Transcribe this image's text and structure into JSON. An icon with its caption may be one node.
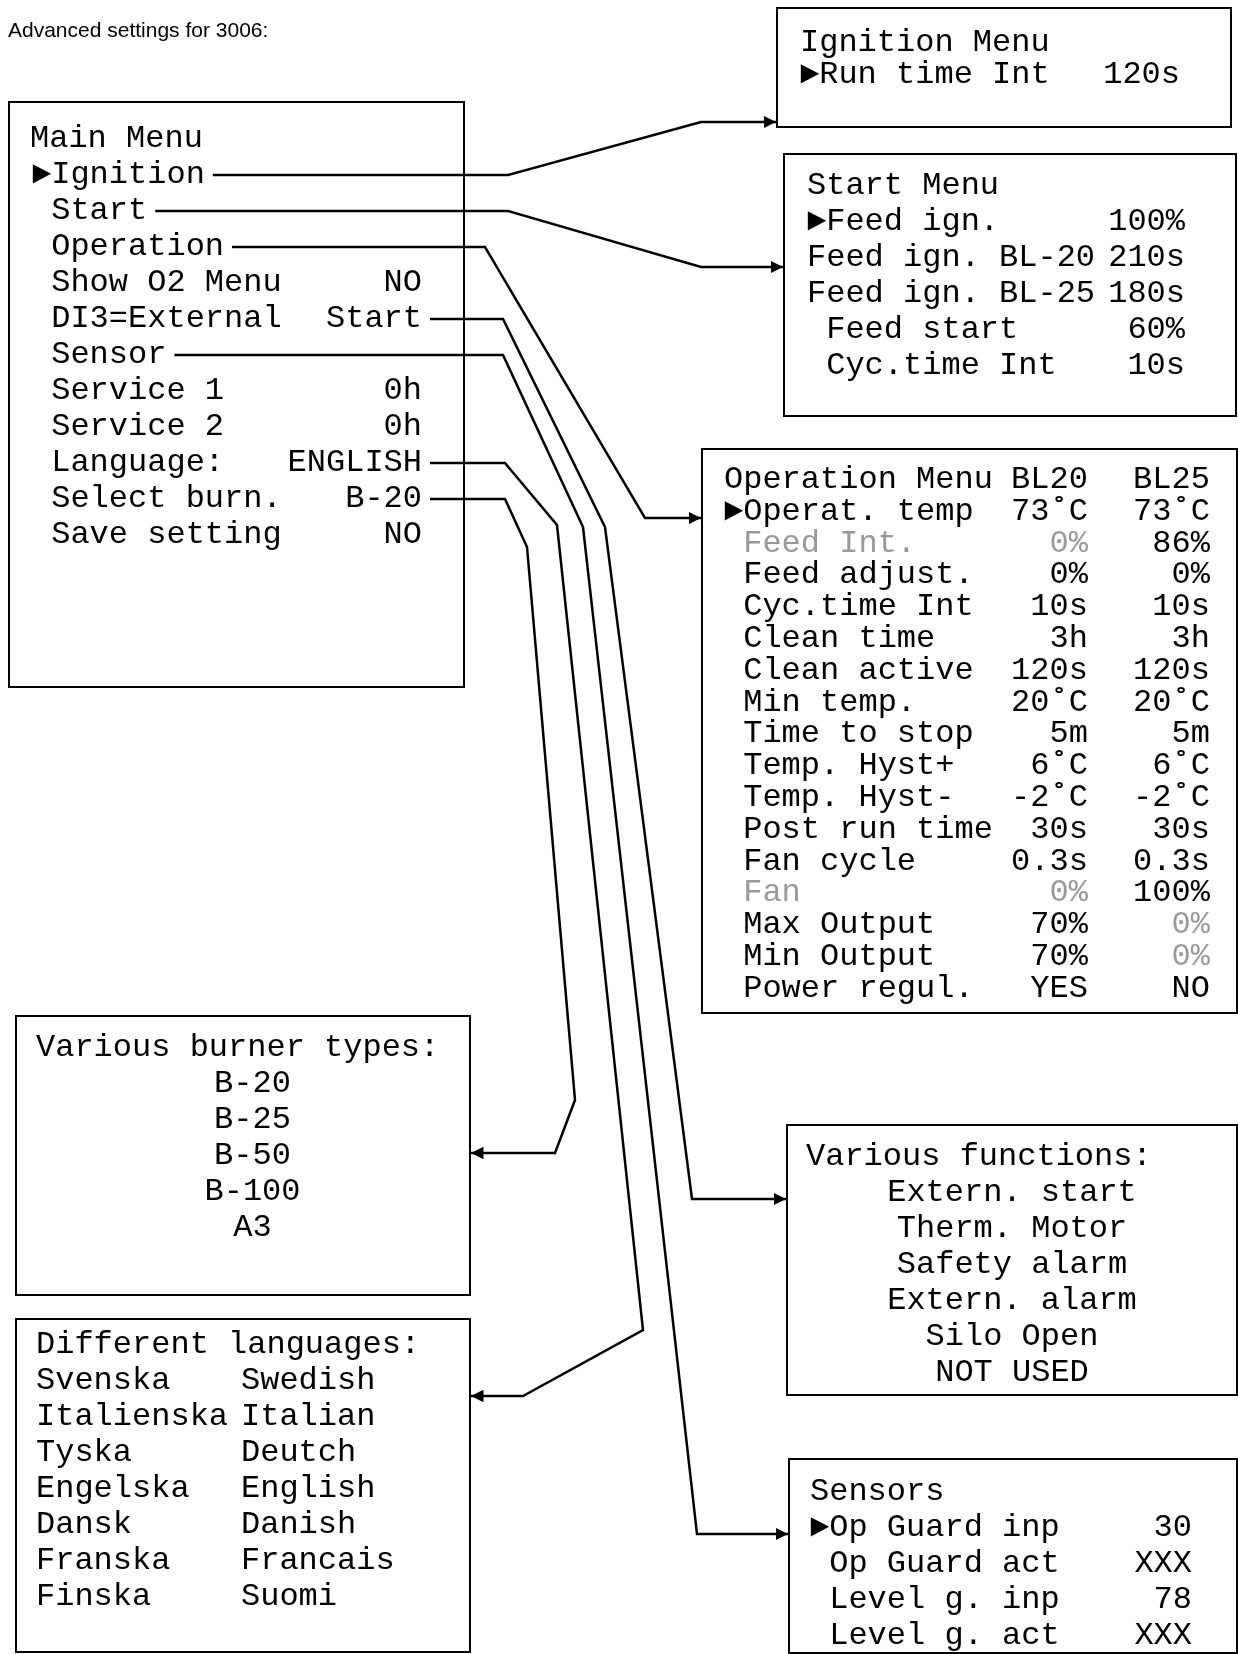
{
  "diagram": {
    "title": "Advanced settings for 3006:",
    "nodes": [
      {
        "text": [
          "Ignition Menu",
          "►Run time Int",
          "120s"
        ]
      },
      {
        "text": [
          "Main Menu"
        ]
      },
      {
        "text": [
          "►Ignition"
        ],
        "in": 1
      },
      {
        "text": [
          "Start"
        ],
        "in": 1
      },
      {
        "text": [
          "Operation"
        ],
        "in": 1
      },
      {
        "text": [
          "Show O2 Menu",
          "NO"
        ],
        "in": 1
      },
      {
        "text": [
          "DI3=External",
          "Start"
        ],
        "in": 1
      },
      {
        "text": [
          "Sensor"
        ],
        "in": 1
      },
      {
        "text": [
          "Service 1",
          "0h"
        ],
        "in": 1
      },
      {
        "text": [
          "Service 2",
          "0h"
        ],
        "in": 1
      },
      {
        "text": [
          "Language:",
          "ENGLISH"
        ],
        "in": 1
      },
      {
        "text": [
          "Select burn.",
          "B-20"
        ],
        "in": 1
      },
      {
        "text": [
          "Save setting",
          "NO"
        ],
        "in": 1
      },
      {
        "text": [
          "Start Menu",
          "►Feed ign.",
          "100%",
          "Feed ign. BL-20",
          "210s",
          "Feed ign. BL-25",
          "180s",
          "Feed start",
          "60%",
          "Cyc.time Int",
          "10s"
        ]
      },
      {
        "text": [
          "Operation Menu",
          "BL20",
          "BL25",
          "►Operat. temp",
          "73˚C",
          "73˚C",
          "Feed Int.",
          "0%",
          "86%",
          "Feed adjust.",
          "0%",
          "0%",
          "Cyc.time Int",
          "10s",
          "10s",
          "Clean time",
          "3h",
          "3h",
          "Clean active",
          "120s",
          "120s",
          "Min temp.",
          "20˚C",
          "20˚C",
          "Time to stop",
          "5m",
          "5m",
          "Temp. Hyst+",
          "6˚C",
          "6˚C",
          "Temp. Hyst-",
          "-2˚C",
          "-2˚C",
          "Post run time",
          "30s",
          "30s",
          "Fan cycle",
          "0.3s",
          "0.3s",
          "Fan",
          "0%",
          "100%",
          "Max Output",
          "70%",
          "0%",
          "Min Output",
          "70%",
          "0%",
          "Power regul.",
          "YES",
          "NO"
        ]
      },
      {
        "text": [
          "Various burner types:",
          "B-20",
          "B-25",
          "B-50",
          "B-100",
          "A3"
        ]
      },
      {
        "text": [
          "Various functions:",
          "Extern. start",
          "Therm. Motor",
          "Safety alarm",
          "Extern. alarm",
          "Silo Open",
          "NOT USED"
        ]
      },
      {
        "text": [
          "Different languages:",
          "Svenska",
          "Swedish",
          "Italienska",
          "Italian",
          "Tyska",
          "Deutch",
          "Engelska",
          "English",
          "Dansk",
          "Danish",
          "Franska",
          "Francais",
          "Finska",
          "Suomi"
        ]
      },
      {
        "text": [
          "Sensors",
          "►Op Guard inp",
          "30",
          "Op Guard act",
          "XXX",
          "Level g. inp",
          "78",
          "Level g. act",
          "XXX"
        ]
      }
    ],
    "edges": [
      {
        "from": 2,
        "to": 0,
        "arrow": "to"
      },
      {
        "from": 3,
        "to": 13,
        "arrow": "to"
      },
      {
        "from": 4,
        "to": 14,
        "arrow": "to"
      },
      {
        "from": 6,
        "to": 16,
        "arrow": "to"
      },
      {
        "from": 7,
        "to": 18,
        "arrow": "to"
      },
      {
        "from": 10,
        "to": 17,
        "arrow": "to"
      },
      {
        "from": 11,
        "to": 15,
        "arrow": "to"
      }
    ]
  }
}
